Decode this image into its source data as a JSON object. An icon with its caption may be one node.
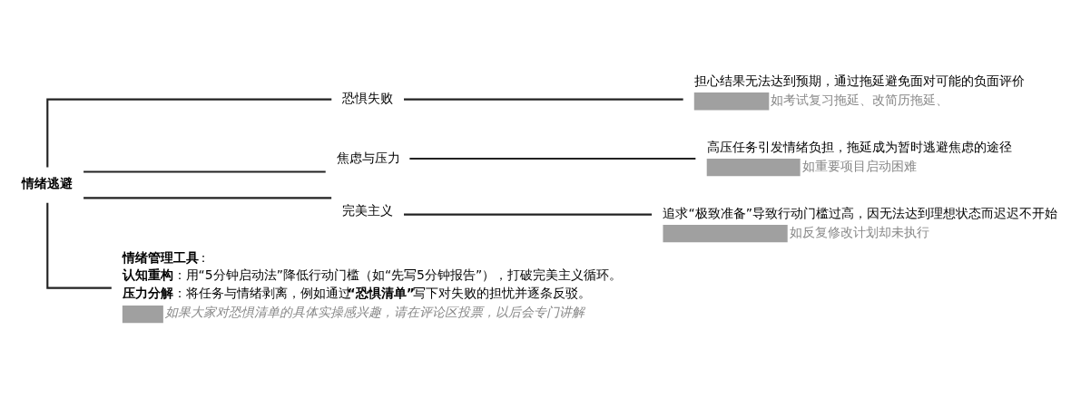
{
  "diagram": {
    "nodes": [
      {
        "text": [
          "情绪逃避"
        ]
      },
      {
        "text": [
          "恐惧失败"
        ]
      },
      {
        "text": [
          "担心结果无法达到预期，通过拖延避免面对可能的负面评价",
          "如考试复习拖延、改简历拖延、"
        ]
      },
      {
        "text": [
          "焦虑与压力"
        ]
      },
      {
        "text": [
          "高压任务引发情绪负担，拖延成为暂时逃避焦虑的途径",
          "如重要项目启动困难"
        ]
      },
      {
        "text": [
          "完美主义"
        ]
      },
      {
        "text": [
          "追求“极致准备”导致行动门槛过高，因无法达到理想状态而迟迟不开始",
          "如反复修改计划却未执行"
        ]
      },
      {
        "text": [
          "**情绪管理工具**：",
          "**认知重构**：用“5分钟启动法”降低行动门槛（如“先写5分钟报告”），打破完美主义循环。",
          "**压力分解**：将任务与情绪剥离，例如通过**“恐惧清单”**写下对失败的担忧并逐条反驳。",
          "如果大家对恐惧清单的具体实操感兴趣，请在评论区投票，以后会专门讲解"
        ]
      }
    ],
    "edges": [
      {
        "from": 0,
        "to": 1,
        "arrow": "none"
      },
      {
        "from": 1,
        "to": 2,
        "arrow": "none"
      },
      {
        "from": 0,
        "to": 3,
        "arrow": "none"
      },
      {
        "from": 3,
        "to": 4,
        "arrow": "none"
      },
      {
        "from": 0,
        "to": 5,
        "arrow": "none"
      },
      {
        "from": 5,
        "to": 6,
        "arrow": "none"
      },
      {
        "from": 0,
        "to": 7,
        "arrow": "none"
      }
    ]
  }
}
